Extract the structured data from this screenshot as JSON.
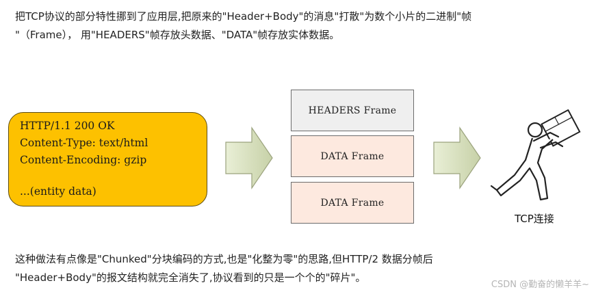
{
  "intro": {
    "line1": "把TCP协议的部分特性挪到了应用层,把原来的\"Header+Body\"的消息\"打散\"为数个小片的二进制\"帧",
    "line2": "\"（Frame）， 用\"HEADERS\"帧存放头数据、\"DATA\"帧存放实体数据。"
  },
  "http_message": {
    "lines": [
      "HTTP/1.1 200 OK",
      "Content-Type: text/html",
      "Content-Encoding: gzip",
      "...(entity data)"
    ],
    "fill_color": "#fdc100"
  },
  "frames": [
    {
      "label": "HEADERS Frame",
      "color": "#efefef"
    },
    {
      "label": "DATA Frame",
      "color": "#fde9df"
    },
    {
      "label": "DATA Frame",
      "color": "#fde9df"
    }
  ],
  "tcp": {
    "label": "TCP连接"
  },
  "conclusion": {
    "line1": "这种做法有点像是\"Chunked\"分块编码的方式,也是\"化整为零\"的思路,但HTTP/2 数据分帧后",
    "line2": "\"Header+Body\"的报文结构就完全消失了,协议看到的只是一个个的\"碎片\"。"
  },
  "watermark": "CSDN @勤奋的懒羊羊~"
}
